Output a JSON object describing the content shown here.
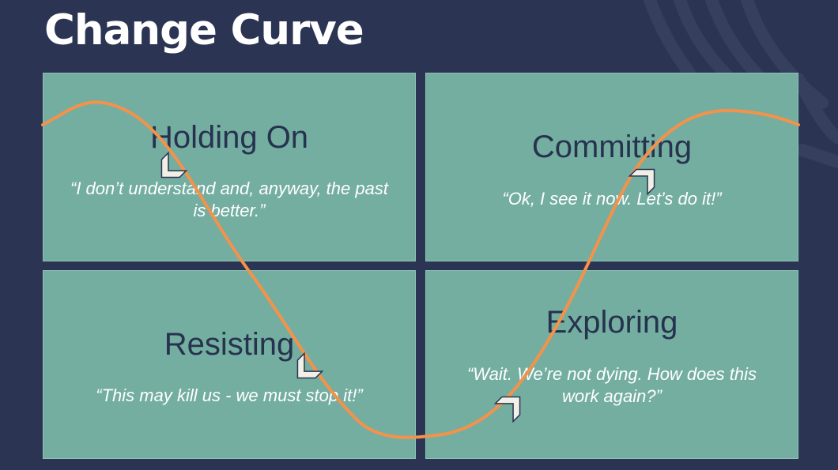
{
  "slide": {
    "title": "Change Curve",
    "panels": [
      {
        "heading": "Holding On",
        "quote": "“I don’t understand and, anyway, the past is better.”"
      },
      {
        "heading": "Committing",
        "quote": "“Ok, I see it now. Let’s do it!”"
      },
      {
        "heading": "Resisting",
        "quote": "“This may kill us - we must stop it!”"
      },
      {
        "heading": "Exploring",
        "quote": "“Wait. We’re not dying. How does this work again?”"
      }
    ]
  },
  "colors": {
    "background": "#2b3452",
    "panel": "#74aea1",
    "heading_text": "#27324f",
    "curve": "#f4924a",
    "arrow_fill": "#f2efe6"
  },
  "icons": [
    "down-right-arrow-icon",
    "down-right-arrow-icon",
    "up-right-arrow-icon",
    "up-right-arrow-icon"
  ]
}
